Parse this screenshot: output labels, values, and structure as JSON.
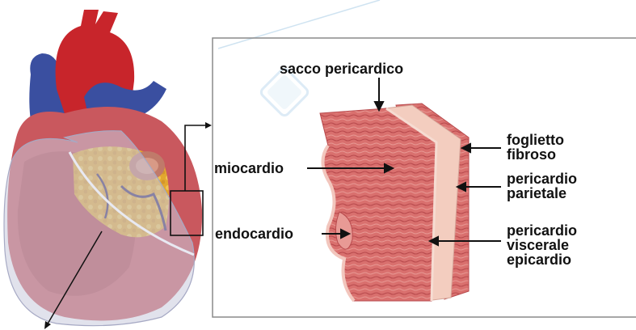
{
  "diagram": {
    "labels": {
      "sacco": "sacco pericardico",
      "foglietto_1": "foglietto",
      "foglietto_2": "fibroso",
      "miocardio": "miocardio",
      "parietale_1": "pericardio",
      "parietale_2": "parietale",
      "endocardio": "endocardio",
      "viscerale_1": "pericardio",
      "viscerale_2": "viscerale",
      "viscerale_3": "epicardio"
    },
    "colors": {
      "aorta": "#c8252b",
      "vena": "#3a4fa0",
      "miocardio": "#d9706e",
      "fat": "#e6b43a",
      "pericardio_parietale": "#f3cdbf",
      "pericardio_fibroso": "#d9706e",
      "pericardial_sac": "#c9cbdc"
    }
  }
}
